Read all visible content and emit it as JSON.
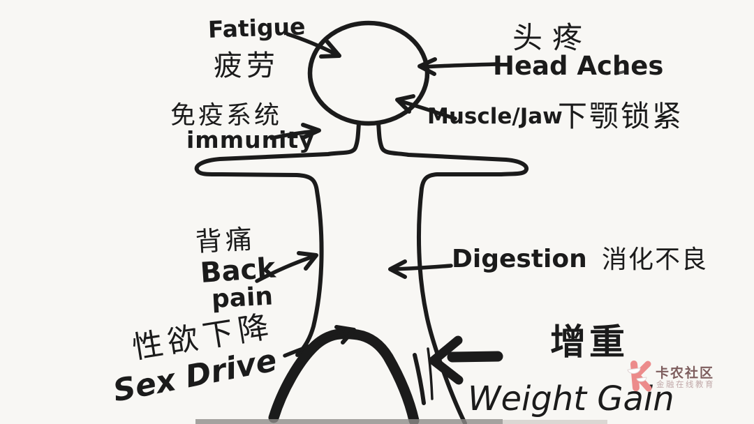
{
  "background": "#f8f7f4",
  "ink": "#1b1b1b",
  "labels": {
    "fatigue": {
      "en": "Fatigue",
      "zh": "疲劳"
    },
    "head_aches": {
      "zh": "头疼",
      "en": "Head Aches"
    },
    "immunity": {
      "zh": "免疫系统",
      "en": "immunity"
    },
    "muscle_jaw": {
      "en": "Muscle/Jaw",
      "zh": "下颚锁紧"
    },
    "back_pain": {
      "zh": "背痛",
      "en_line1": "Back",
      "en_line2": "pain"
    },
    "digestion": {
      "en": "Digestion",
      "zh": "消化不良"
    },
    "sex_drive": {
      "zh": "性欲下降",
      "en": "Sex Drive"
    },
    "weight_gain": {
      "zh": "增重",
      "en": "Weight Gain"
    }
  },
  "watermark": {
    "logo_icon": "kanong-flower-k-logo",
    "title": "卡农社区",
    "subtitle": "金融在线教育",
    "logo_color": "#ec8b8b",
    "title_color": "#7d5d5d",
    "subtitle_color": "#c1a9a9"
  }
}
